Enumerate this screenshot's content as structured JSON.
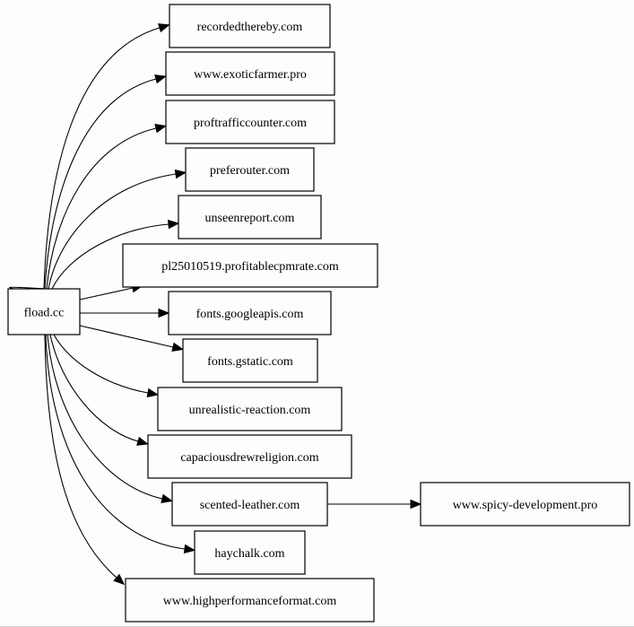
{
  "graph": {
    "source": "fload.cc",
    "nodes": [
      "recordedthereby.com",
      "www.exoticfarmer.pro",
      "proftrafficcounter.com",
      "preferouter.com",
      "unseenreport.com",
      "pl25010519.profitablecpmrate.com",
      "fonts.googleapis.com",
      "fonts.gstatic.com",
      "unrealistic-reaction.com",
      "capaciousdrewreligion.com",
      "scented-leather.com",
      "haychalk.com",
      "www.highperformanceformat.com",
      "www.spicy-development.pro"
    ],
    "edges": [
      {
        "from": "fload.cc",
        "to": "fload.cc"
      },
      {
        "from": "fload.cc",
        "to": "recordedthereby.com"
      },
      {
        "from": "fload.cc",
        "to": "www.exoticfarmer.pro"
      },
      {
        "from": "fload.cc",
        "to": "proftrafficcounter.com"
      },
      {
        "from": "fload.cc",
        "to": "preferouter.com"
      },
      {
        "from": "fload.cc",
        "to": "unseenreport.com"
      },
      {
        "from": "fload.cc",
        "to": "pl25010519.profitablecpmrate.com"
      },
      {
        "from": "fload.cc",
        "to": "fonts.googleapis.com"
      },
      {
        "from": "fload.cc",
        "to": "fonts.gstatic.com"
      },
      {
        "from": "fload.cc",
        "to": "unrealistic-reaction.com"
      },
      {
        "from": "fload.cc",
        "to": "capaciousdrewreligion.com"
      },
      {
        "from": "fload.cc",
        "to": "scented-leather.com"
      },
      {
        "from": "fload.cc",
        "to": "haychalk.com"
      },
      {
        "from": "fload.cc",
        "to": "www.highperformanceformat.com"
      },
      {
        "from": "scented-leather.com",
        "to": "www.spicy-development.pro"
      }
    ]
  }
}
